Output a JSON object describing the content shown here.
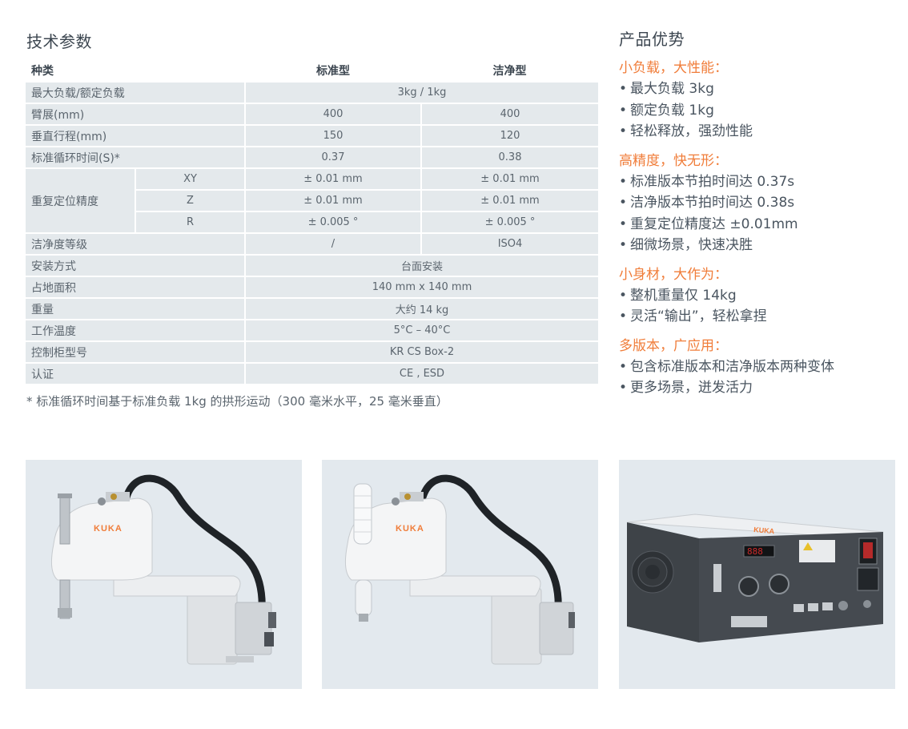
{
  "tech": {
    "title": "技术参数",
    "headers": [
      "种类",
      "标准型",
      "洁净型"
    ],
    "rows": {
      "payload": {
        "label": "最大负载/额定负载",
        "value": "3kg / 1kg"
      },
      "reach": {
        "label": "臂展(mm)",
        "std": "400",
        "clean": "400"
      },
      "stroke": {
        "label": "垂直行程(mm)",
        "std": "150",
        "clean": "120"
      },
      "cycle": {
        "label": "标准循环时间(S)*",
        "std": "0.37",
        "clean": "0.38"
      },
      "repeat": {
        "label": "重复定位精度",
        "xy": {
          "axis": "XY",
          "std": "± 0.01 mm",
          "clean": "± 0.01 mm"
        },
        "z": {
          "axis": "Z",
          "std": "± 0.01 mm",
          "clean": "± 0.01 mm"
        },
        "r": {
          "axis": "R",
          "std": "± 0.005 °",
          "clean": "± 0.005 °"
        }
      },
      "cleanliness": {
        "label": "洁净度等级",
        "std": "/",
        "clean": "ISO4"
      },
      "mount": {
        "label": "安装方式",
        "value": "台面安装"
      },
      "footprint": {
        "label": "占地面积",
        "value": "140 mm x 140 mm"
      },
      "weight": {
        "label": "重量",
        "value": "大约 14 kg"
      },
      "temp": {
        "label": "工作温度",
        "value": "5°C – 40°C"
      },
      "controller": {
        "label": "控制柜型号",
        "value": "KR CS Box-2"
      },
      "cert": {
        "label": "认证",
        "value": "CE , ESD"
      }
    },
    "footnote": "* 标准循环时间基于标准负载 1kg 的拱形运动（300 毫米水平，25 毫米垂直）"
  },
  "advantages": {
    "title": "产品优势",
    "groups": [
      {
        "heading": "小负载，大性能：",
        "items": [
          "最大负载 3kg",
          "额定负载 1kg",
          "轻松释放，强劲性能"
        ]
      },
      {
        "heading": "高精度，快无形：",
        "items": [
          "标准版本节拍时间达 0.37s",
          "洁净版本节拍时间达 0.38s",
          "重复定位精度达 ±0.01mm",
          "细微场景，快速决胜"
        ]
      },
      {
        "heading": "小身材，大作为：",
        "items": [
          "整机重量仅 14kg",
          "灵活“输出”，轻松拿捏"
        ]
      },
      {
        "heading": "多版本，广应用：",
        "items": [
          "包含标准版本和洁净版本两种变体",
          "更多场景，迸发活力"
        ]
      }
    ],
    "bullet": "•"
  },
  "images": {
    "brand": "KUKA",
    "accent_color": "#f07d3a",
    "panel_bg": "#e3e9ee",
    "display_digits": "888"
  }
}
